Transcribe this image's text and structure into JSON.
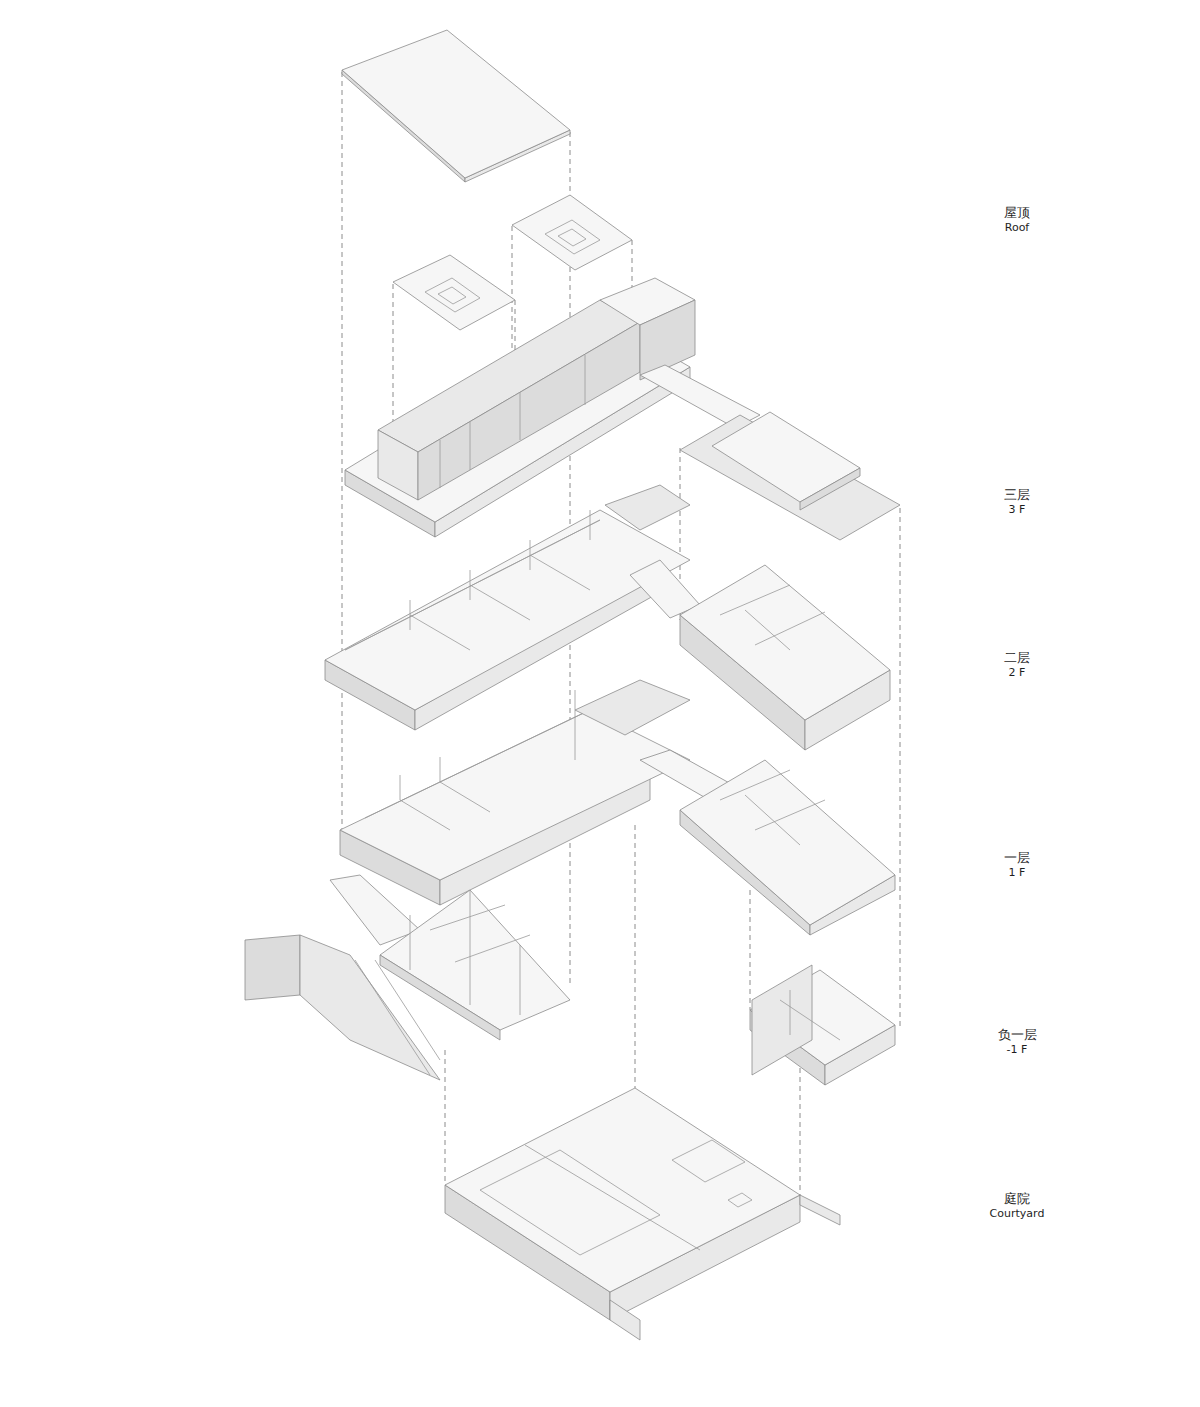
{
  "diagram": {
    "labels": [
      "屋顶",
      "Roof",
      "三层",
      "3 F",
      "二层",
      "2 F",
      "一层",
      "1 F",
      "负一层",
      "-1 F",
      "庭院",
      "Courtyard"
    ]
  }
}
